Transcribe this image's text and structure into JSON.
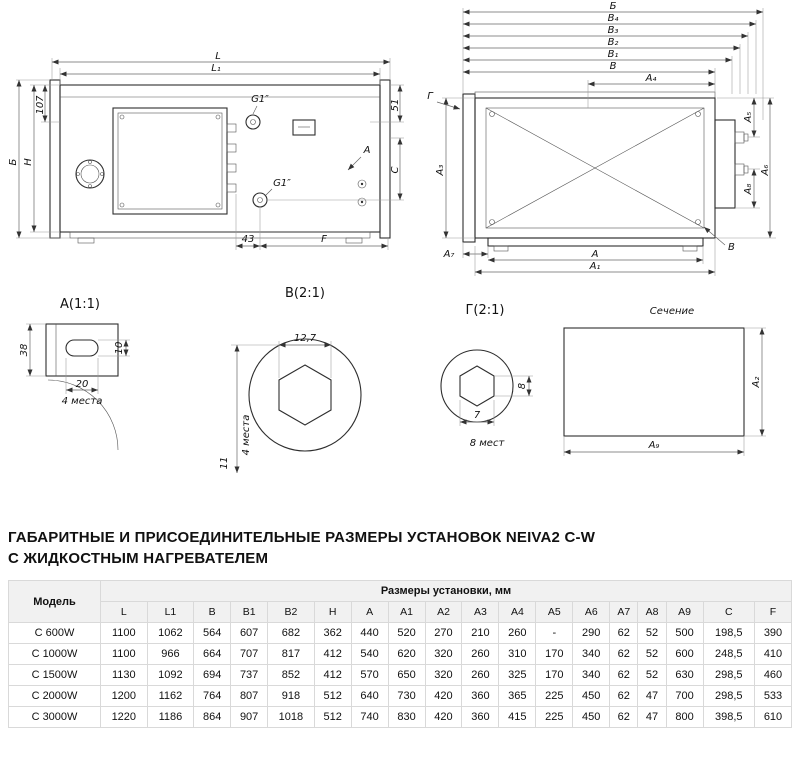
{
  "title": {
    "line1": "ГАБАРИТНЫЕ И ПРИСОЕДИНИТЕЛЬНЫЕ РАЗМЕРЫ УСТАНОВОК NEIVA2 C-W",
    "line2": "С ЖИДКОСТНЫМ НАГРЕВАТЕЛЕМ"
  },
  "front_view": {
    "dim_L": "L",
    "dim_L1": "L₁",
    "dim_B_cyr": "Б",
    "dim_H": "H",
    "dim_107": "107",
    "dim_51": "51",
    "dim_C": "C",
    "dim_43": "43",
    "dim_F": "F",
    "port_top": "G1″",
    "port_bottom": "G1″",
    "section_mark": "А"
  },
  "side_view": {
    "dim_B_cyr": "Б",
    "dim_B4": "B₄",
    "dim_B3": "B₃",
    "dim_B2": "B₂",
    "dim_B1": "B₁",
    "dim_B": "B",
    "dim_A4": "A₄",
    "callout_G": "Г",
    "dim_A3": "A₃",
    "dim_A5": "A₅",
    "dim_A6": "A₆",
    "dim_A7": "A₇",
    "dim_A8": "A₈",
    "dim_A": "A",
    "dim_A1": "A₁",
    "callout_B": "B"
  },
  "detail_a": {
    "label": "А(1:1)",
    "dim_38": "38",
    "dim_10": "10",
    "dim_20": "20",
    "note": "4 места"
  },
  "detail_b": {
    "label": "В(2:1)",
    "dim_width": "12,7",
    "note": "4 места",
    "dim_depth": "11"
  },
  "detail_g": {
    "label": "Г(2:1)",
    "dim_8": "8",
    "dim_7": "7",
    "note": "8 мест"
  },
  "section_view": {
    "label": "Сечение",
    "dim_A2": "A₂",
    "dim_A9": "A₉"
  },
  "table": {
    "model_header": "Модель",
    "group_header": "Размеры установки, мм",
    "columns": [
      "L",
      "L1",
      "B",
      "B1",
      "B2",
      "H",
      "A",
      "A1",
      "A2",
      "A3",
      "A4",
      "A5",
      "A6",
      "A7",
      "A8",
      "A9",
      "C",
      "F"
    ],
    "rows": [
      {
        "model": "C 600W",
        "values": [
          "1100",
          "1062",
          "564",
          "607",
          "682",
          "362",
          "440",
          "520",
          "270",
          "210",
          "260",
          "-",
          "290",
          "62",
          "52",
          "500",
          "198,5",
          "390"
        ]
      },
      {
        "model": "C 1000W",
        "values": [
          "1100",
          "966",
          "664",
          "707",
          "817",
          "412",
          "540",
          "620",
          "320",
          "260",
          "310",
          "170",
          "340",
          "62",
          "52",
          "600",
          "248,5",
          "410"
        ]
      },
      {
        "model": "C 1500W",
        "values": [
          "1130",
          "1092",
          "694",
          "737",
          "852",
          "412",
          "570",
          "650",
          "320",
          "260",
          "325",
          "170",
          "340",
          "62",
          "52",
          "630",
          "298,5",
          "460"
        ]
      },
      {
        "model": "C 2000W",
        "values": [
          "1200",
          "1162",
          "764",
          "807",
          "918",
          "512",
          "640",
          "730",
          "420",
          "360",
          "365",
          "225",
          "450",
          "62",
          "47",
          "700",
          "298,5",
          "533"
        ]
      },
      {
        "model": "C 3000W",
        "values": [
          "1220",
          "1186",
          "864",
          "907",
          "1018",
          "512",
          "740",
          "830",
          "420",
          "360",
          "415",
          "225",
          "450",
          "62",
          "47",
          "800",
          "398,5",
          "610"
        ]
      }
    ]
  }
}
